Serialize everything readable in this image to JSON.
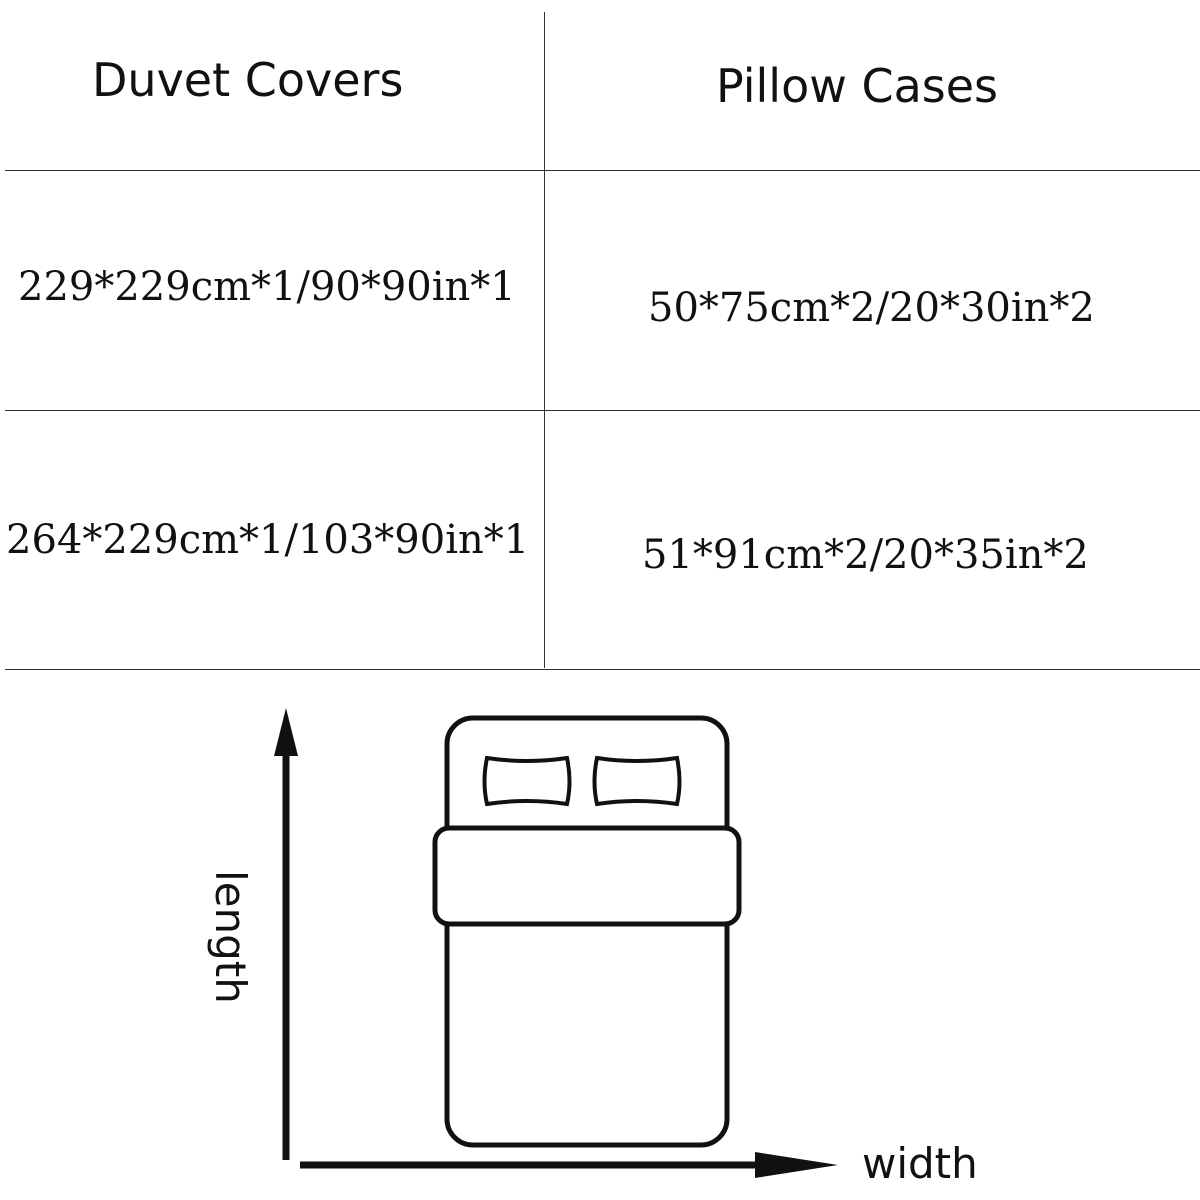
{
  "table": {
    "headers": {
      "duvet": "Duvet  Covers",
      "pillow": "Pillow Cases"
    },
    "rows": [
      {
        "duvet": "229*229cm*1/90*90in*1",
        "pillow": "50*75cm*2/20*30in*2"
      },
      {
        "duvet": "264*229cm*1/103*90in*1",
        "pillow": "51*91cm*2/20*35in*2"
      }
    ]
  },
  "diagram": {
    "length_label": "length",
    "width_label": "width",
    "icons": {
      "bed": "bed-icon",
      "pillow": "pillow-icon",
      "arrow": "arrow-icon"
    }
  }
}
